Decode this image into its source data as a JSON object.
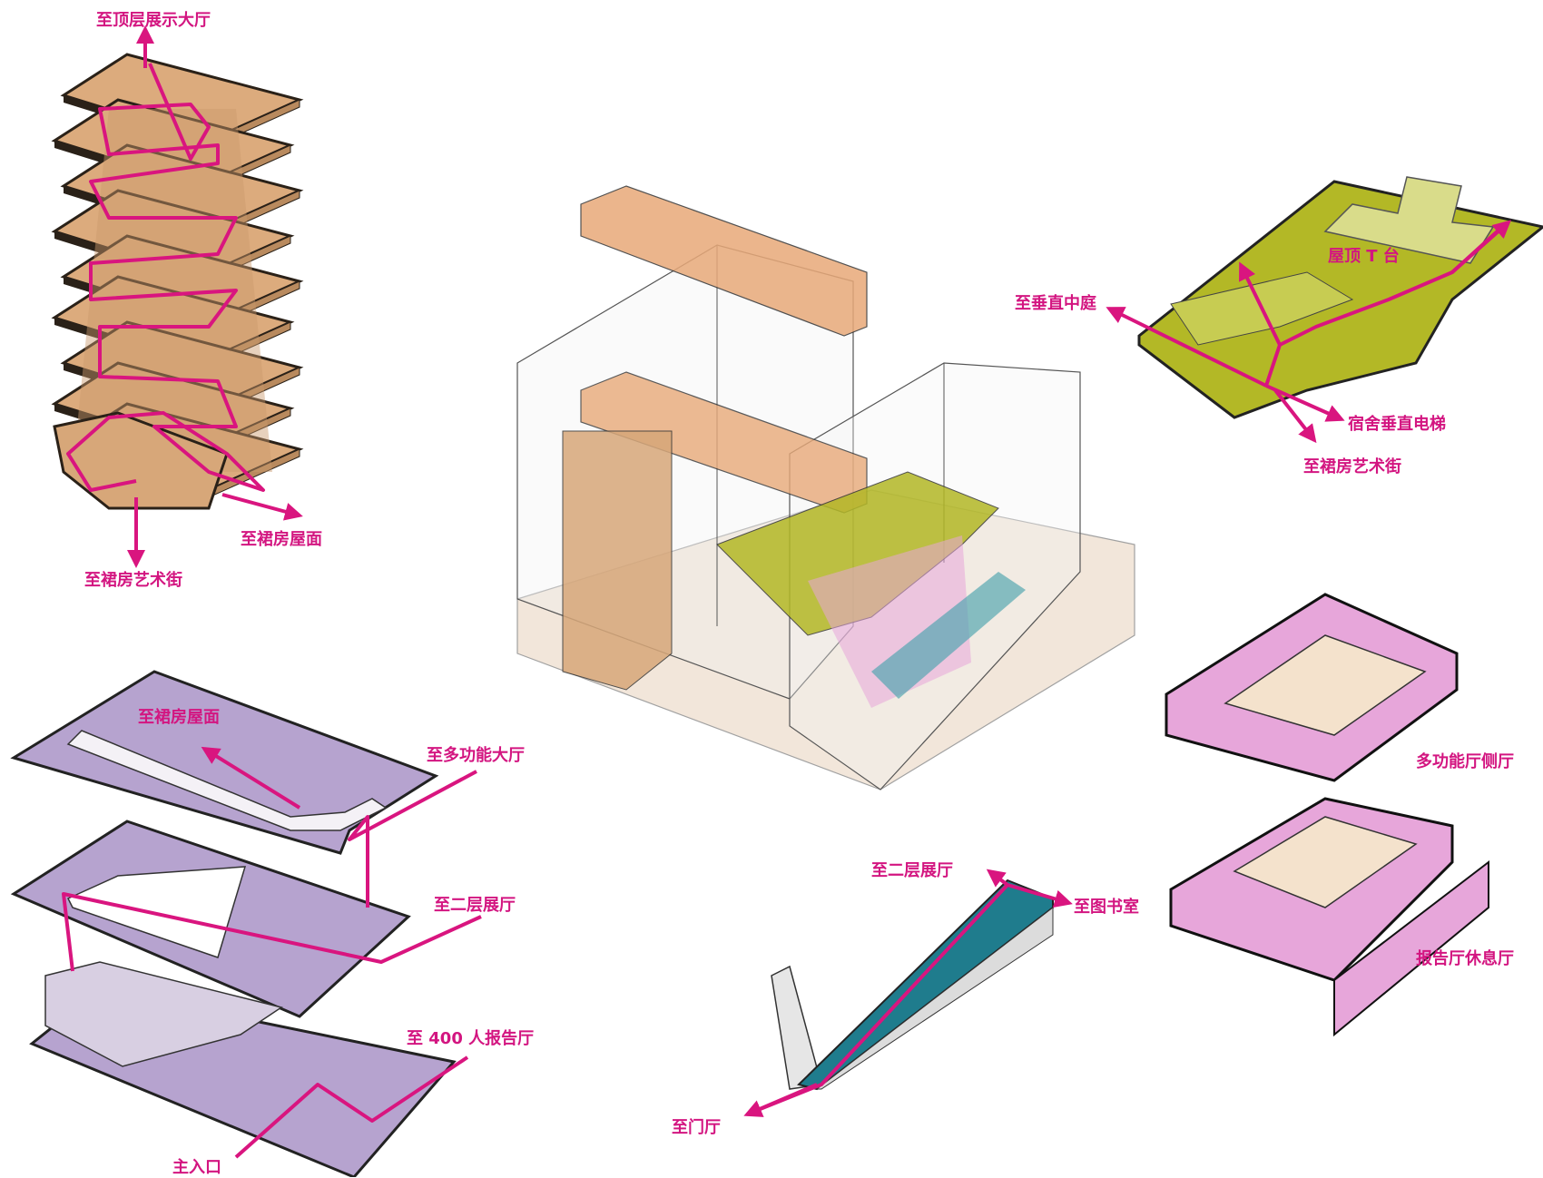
{
  "colors": {
    "route": "#d9157f",
    "wood": "#dcab7d",
    "wood_dark": "#b98a5e",
    "slab_edge": "#2a2118",
    "lavender": "#b6a3cf",
    "olive": "#b3b826",
    "olive_light": "#d9dc8a",
    "pink_box": "#e7a6da",
    "teal": "#217f8f",
    "glass_stroke": "#555555"
  },
  "labels": {
    "tower_top": "至顶层展示大厅",
    "tower_roof": "至裙房屋面",
    "tower_art_street": "至裙房艺术街",
    "roof_atrium": "至垂直中庭",
    "roof_stage": "屋顶 T 台",
    "roof_elevator": "宿舍垂直电梯",
    "roof_art_street": "至裙房艺术街",
    "podium_roof": "至裙房屋面",
    "multi_hall": "至多功能大厅",
    "second_floor_hall": "至二层展厅",
    "lecture_400": "至 400 人报告厅",
    "main_entrance": "主入口",
    "hall_side": "多功能厅侧厅",
    "lecture_lounge": "报告厅休息厅",
    "ramp_second_floor": "至二层展厅",
    "ramp_library": "至图书室",
    "ramp_lobby": "至门厅"
  }
}
